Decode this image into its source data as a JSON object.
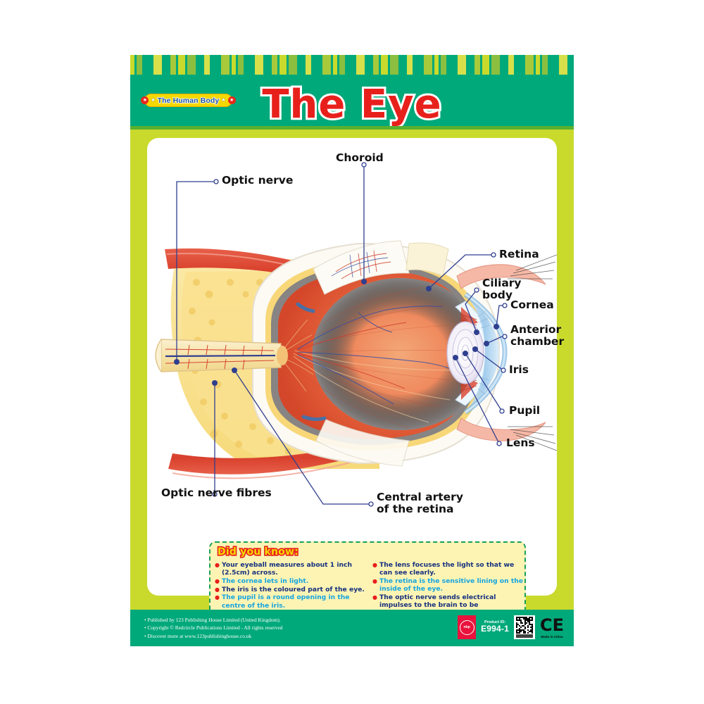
{
  "poster": {
    "series_badge": "The Human Body",
    "title": "The Eye"
  },
  "labels": [
    {
      "text": "Optic nerve",
      "name": "label-optic-nerve"
    },
    {
      "text": "Choroid",
      "name": "label-choroid"
    },
    {
      "text": "Retina",
      "name": "label-retina"
    },
    {
      "text": "Ciliary\nbody",
      "name": "label-ciliary-body"
    },
    {
      "text": "Cornea",
      "name": "label-cornea"
    },
    {
      "text": "Anterior\nchamber",
      "name": "label-anterior-chamber"
    },
    {
      "text": "Iris",
      "name": "label-iris"
    },
    {
      "text": "Pupil",
      "name": "label-pupil"
    },
    {
      "text": "Lens",
      "name": "label-lens"
    },
    {
      "text": "Optic nerve fibres",
      "name": "label-optic-nerve-fibres"
    },
    {
      "text": "Central artery\nof the retina",
      "name": "label-central-artery"
    }
  ],
  "facts": {
    "heading": "Did you know:",
    "left": [
      {
        "text": "Your eyeball measures about 1 inch (2.5cm) across.",
        "color": "navy"
      },
      {
        "text": "The cornea lets in light.",
        "color": "cyan"
      },
      {
        "text": "The iris is the coloured part of the eye.",
        "color": "navy"
      },
      {
        "text": "The pupil is a round opening in the centre of the iris.",
        "color": "cyan"
      }
    ],
    "right": [
      {
        "text": "The lens focuses the light so that we can see clearly.",
        "color": "navy"
      },
      {
        "text": "The retina is the sensitive lining on the inside of the eye.",
        "color": "cyan"
      },
      {
        "text": "The optic nerve sends electrical impulses to the brain to be interpreted.",
        "color": "navy"
      }
    ]
  },
  "footer": {
    "line1": "• Published by 123 Publishing House Limited (United Kingdom).",
    "line2": "• Copyright © Redcircle Publications Limited - All rights reserved",
    "line3": "• Discover more at www.123publishinghouse.co.uk",
    "logo_text": "nbp",
    "product_caption": "Product ID:",
    "product_id": "E994-1",
    "ce_mark": "CE",
    "ce_sub": "Made in China"
  },
  "colors": {
    "teal": "#00a97a",
    "lime": "#c9da2c",
    "title_red": "#e8201c",
    "badge_yellow": "#f5d800",
    "fact_navy": "#15307f",
    "fact_cyan": "#14a5e0",
    "leader_line": "#2f3f8f"
  }
}
